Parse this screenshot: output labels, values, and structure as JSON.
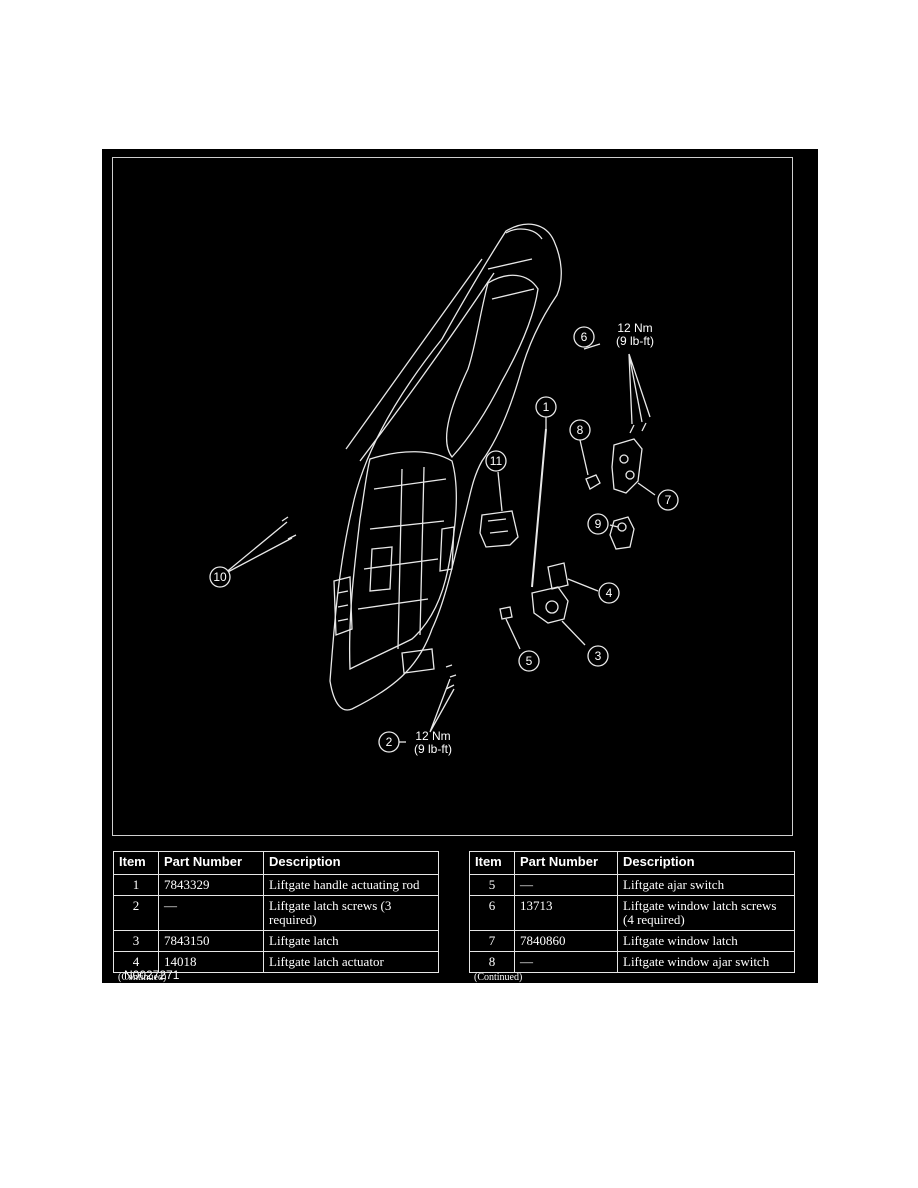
{
  "figure": {
    "code": "N0027271",
    "callouts": [
      "1",
      "2",
      "3",
      "4",
      "5",
      "6",
      "7",
      "8",
      "9",
      "10",
      "11"
    ],
    "torque_top": {
      "value": "12 Nm",
      "alt": "(9 lb-ft)"
    },
    "torque_bottom": {
      "value": "12 Nm",
      "alt": "(9 lb-ft)"
    }
  },
  "tables": {
    "headers": {
      "item": "Item",
      "part_number": "Part Number",
      "description": "Description"
    },
    "left": {
      "rows": [
        {
          "item": "1",
          "part": "7843329",
          "desc": "Liftgate handle actuating rod"
        },
        {
          "item": "2",
          "part": "—",
          "desc": "Liftgate latch screws (3 required)"
        },
        {
          "item": "3",
          "part": "7843150",
          "desc": "Liftgate latch"
        },
        {
          "item": "4",
          "part": "14018",
          "desc": "Liftgate latch actuator"
        }
      ],
      "continued": "(Continued)"
    },
    "right": {
      "rows": [
        {
          "item": "5",
          "part": "—",
          "desc": "Liftgate ajar switch"
        },
        {
          "item": "6",
          "part": "13713",
          "desc": "Liftgate window latch screws (4 required)"
        },
        {
          "item": "7",
          "part": "7840860",
          "desc": "Liftgate window latch"
        },
        {
          "item": "8",
          "part": "—",
          "desc": "Liftgate window ajar switch"
        }
      ],
      "continued": "(Continued)"
    }
  }
}
